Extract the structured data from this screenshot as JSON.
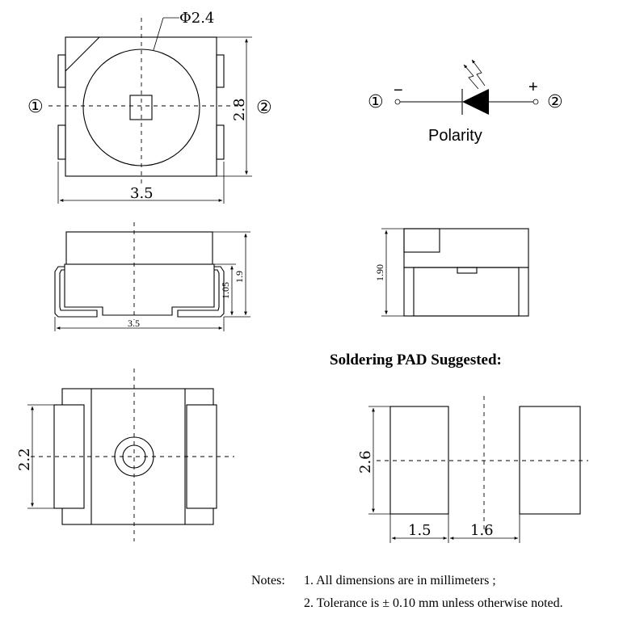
{
  "top_view": {
    "diameter_label": "Φ2.4",
    "height_label": "2.8",
    "width_label": "3.5",
    "pin1_label": "①",
    "pin2_label": "②"
  },
  "side_view": {
    "height_total_label": "1.9",
    "height_body_label": "1.05",
    "width_label": "3.5"
  },
  "end_view": {
    "height_label": "1.90"
  },
  "bottom_view": {
    "height_label": "2.2"
  },
  "polarity": {
    "label": "Polarity",
    "pin1_label": "①",
    "pin2_label": "②",
    "minus_sign": "−",
    "plus_sign": "+"
  },
  "pad": {
    "heading": "Soldering PAD Suggested:",
    "height_label": "2.6",
    "pad_width_label": "1.5",
    "gap_label": "1.6"
  },
  "notes": {
    "title": "Notes:",
    "line1": "1. All dimensions are in millimeters ;",
    "line2": "2. Tolerance is ± 0.10 mm unless otherwise noted."
  }
}
